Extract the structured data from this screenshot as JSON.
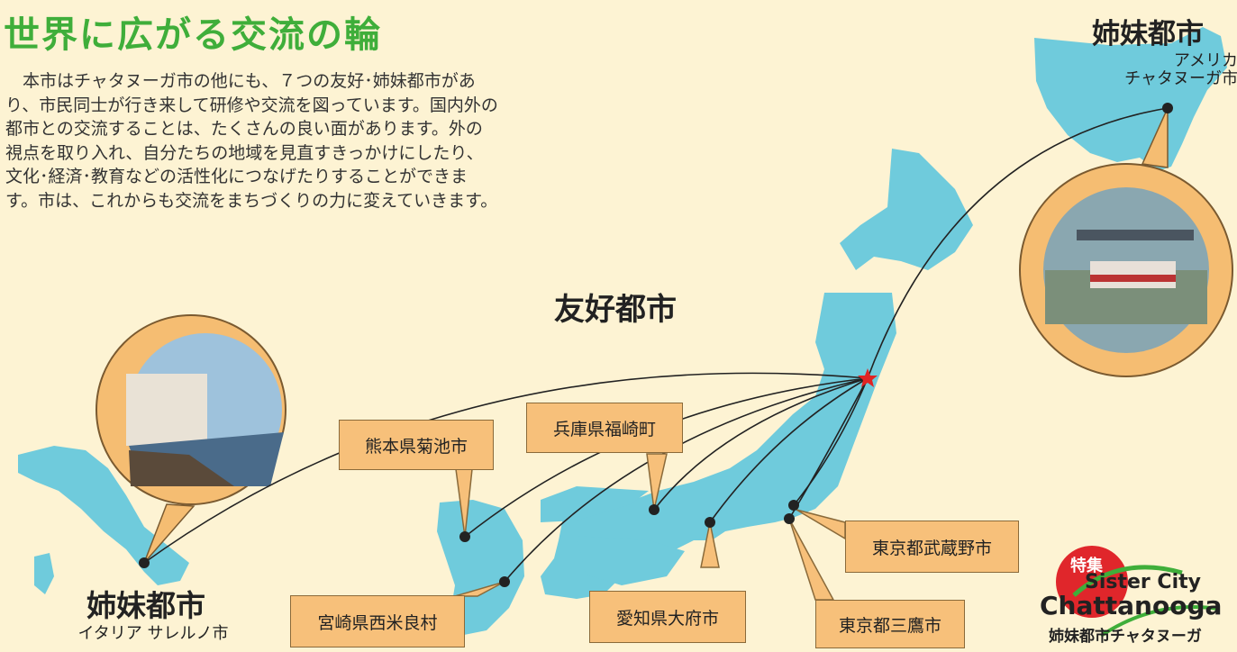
{
  "title": "世界に広がる交流の輪",
  "intro": "本市はチャタヌーガ市の他にも、７つの友好･姉妹都市があり、市民同士が行き来して研修や交流を図っています。国内外の都市との交流することは、たくさんの良い面があります。外の視点を取り入れ、自分たちの地域を見直すきっかけにしたり、文化･経済･教育などの活性化につなげたりすることができます。市は、これからも交流をまちづくりの力に変えていきます。",
  "friendship": {
    "heading": "友好都市",
    "cities": {
      "kumamoto": "熊本県菊池市",
      "hyogo": "兵庫県福崎町",
      "miyazaki": "宮崎県西米良村",
      "aichi": "愛知県大府市",
      "musashino": "東京都武蔵野市",
      "mitaka": "東京都三鷹市"
    }
  },
  "sister_us": {
    "heading": "姉妹都市",
    "country": "アメリカ",
    "city": "チャタヌーガ市"
  },
  "sister_it": {
    "heading": "姉妹都市",
    "country": "イタリア",
    "city": "サレルノ市"
  },
  "badge": {
    "tag": "特集",
    "line1": "Sister City",
    "line2": "Chattanooga",
    "line3": "姉妹都市チャタヌーガ"
  },
  "colors": {
    "map": "#6fcbdc",
    "circle": "#f5bd72",
    "title": "#3fae3a",
    "box": "#f7c07a"
  }
}
